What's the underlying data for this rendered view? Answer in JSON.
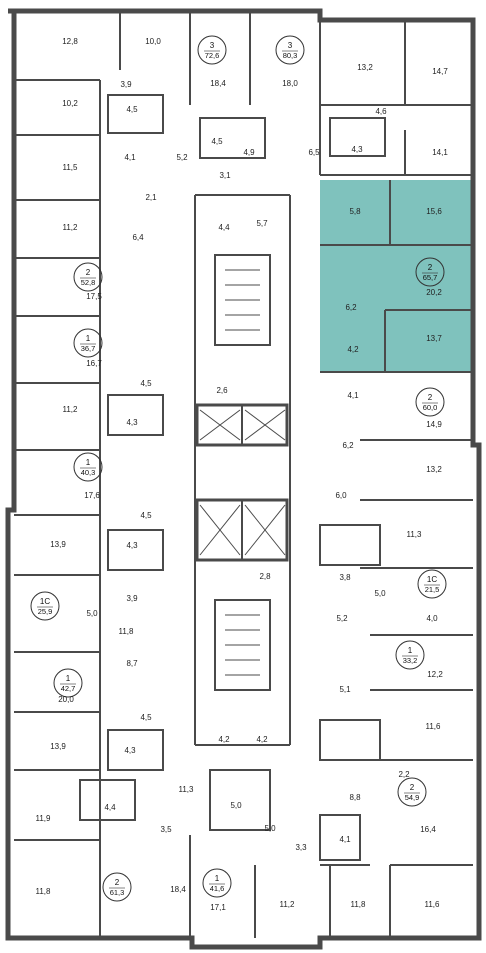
{
  "colors": {
    "wall": "#4a4a4a",
    "highlight": "#7fc2bd",
    "background": "#ffffff"
  },
  "apartments": [
    {
      "id": "apt-72-6",
      "rooms": "3",
      "area": "72,6"
    },
    {
      "id": "apt-80-3",
      "rooms": "3",
      "area": "80,3"
    },
    {
      "id": "apt-52-8",
      "rooms": "2",
      "area": "52,8"
    },
    {
      "id": "apt-36-7",
      "rooms": "1",
      "area": "36,7"
    },
    {
      "id": "apt-40-3",
      "rooms": "1",
      "area": "40,3"
    },
    {
      "id": "apt-25-9",
      "rooms": "1С",
      "area": "25,9"
    },
    {
      "id": "apt-42-7",
      "rooms": "1",
      "area": "42,7"
    },
    {
      "id": "apt-61-3",
      "rooms": "2",
      "area": "61,3"
    },
    {
      "id": "apt-41-6",
      "rooms": "1",
      "area": "41,6"
    },
    {
      "id": "apt-65-7",
      "rooms": "2",
      "area": "65,7",
      "highlighted": true
    },
    {
      "id": "apt-60-0",
      "rooms": "2",
      "area": "60,0"
    },
    {
      "id": "apt-21-5",
      "rooms": "1С",
      "area": "21,5"
    },
    {
      "id": "apt-33-2",
      "rooms": "1",
      "area": "33,2"
    },
    {
      "id": "apt-54-9",
      "rooms": "2",
      "area": "54,9"
    }
  ],
  "room_areas": [
    "12,8",
    "10,0",
    "18,4",
    "18,0",
    "13,2",
    "14,7",
    "3,9",
    "10,2",
    "4,5",
    "4,6",
    "11,5",
    "4,1",
    "5,2",
    "4,5",
    "4,9",
    "6,5",
    "4,3",
    "14,1",
    "3,1",
    "2,1",
    "11,2",
    "6,4",
    "4,4",
    "5,7",
    "5,8",
    "15,6",
    "20,2",
    "17,5",
    "6,2",
    "4,2",
    "13,7",
    "16,7",
    "4,1",
    "4,5",
    "14,9",
    "11,2",
    "2,6",
    "4,3",
    "6,2",
    "13,2",
    "17,6",
    "6,0",
    "4,5",
    "13,9",
    "4,3",
    "11,3",
    "3,9",
    "2,8",
    "3,8",
    "5,0",
    "5,0",
    "11,8",
    "5,2",
    "4,0",
    "8,7",
    "12,2",
    "20,0",
    "5,1",
    "4,5",
    "13,9",
    "4,2",
    "4,2",
    "4,3",
    "11,6",
    "11,3",
    "2,2",
    "4,4",
    "5,0",
    "8,8",
    "11,9",
    "3,5",
    "5,0",
    "4,1",
    "16,4",
    "3,3",
    "11,8",
    "18,4",
    "17,1",
    "11,2",
    "11,8",
    "11,6"
  ]
}
